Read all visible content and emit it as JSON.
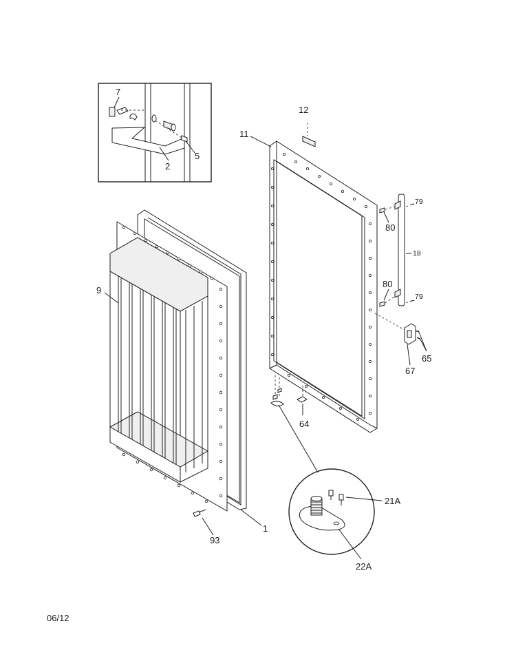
{
  "date_code": "06/12",
  "callouts": {
    "c7": "7",
    "c2": "2",
    "c5": "5",
    "c12": "12",
    "c11": "11",
    "c9": "9",
    "c79_top": "79",
    "c80_top": "80",
    "c18": "18",
    "c80_bottom": "80",
    "c79_bottom": "79",
    "c65": "65",
    "c67": "67",
    "c64": "64",
    "c21a": "21A",
    "c22a": "22A",
    "c1": "1",
    "c93": "93"
  }
}
